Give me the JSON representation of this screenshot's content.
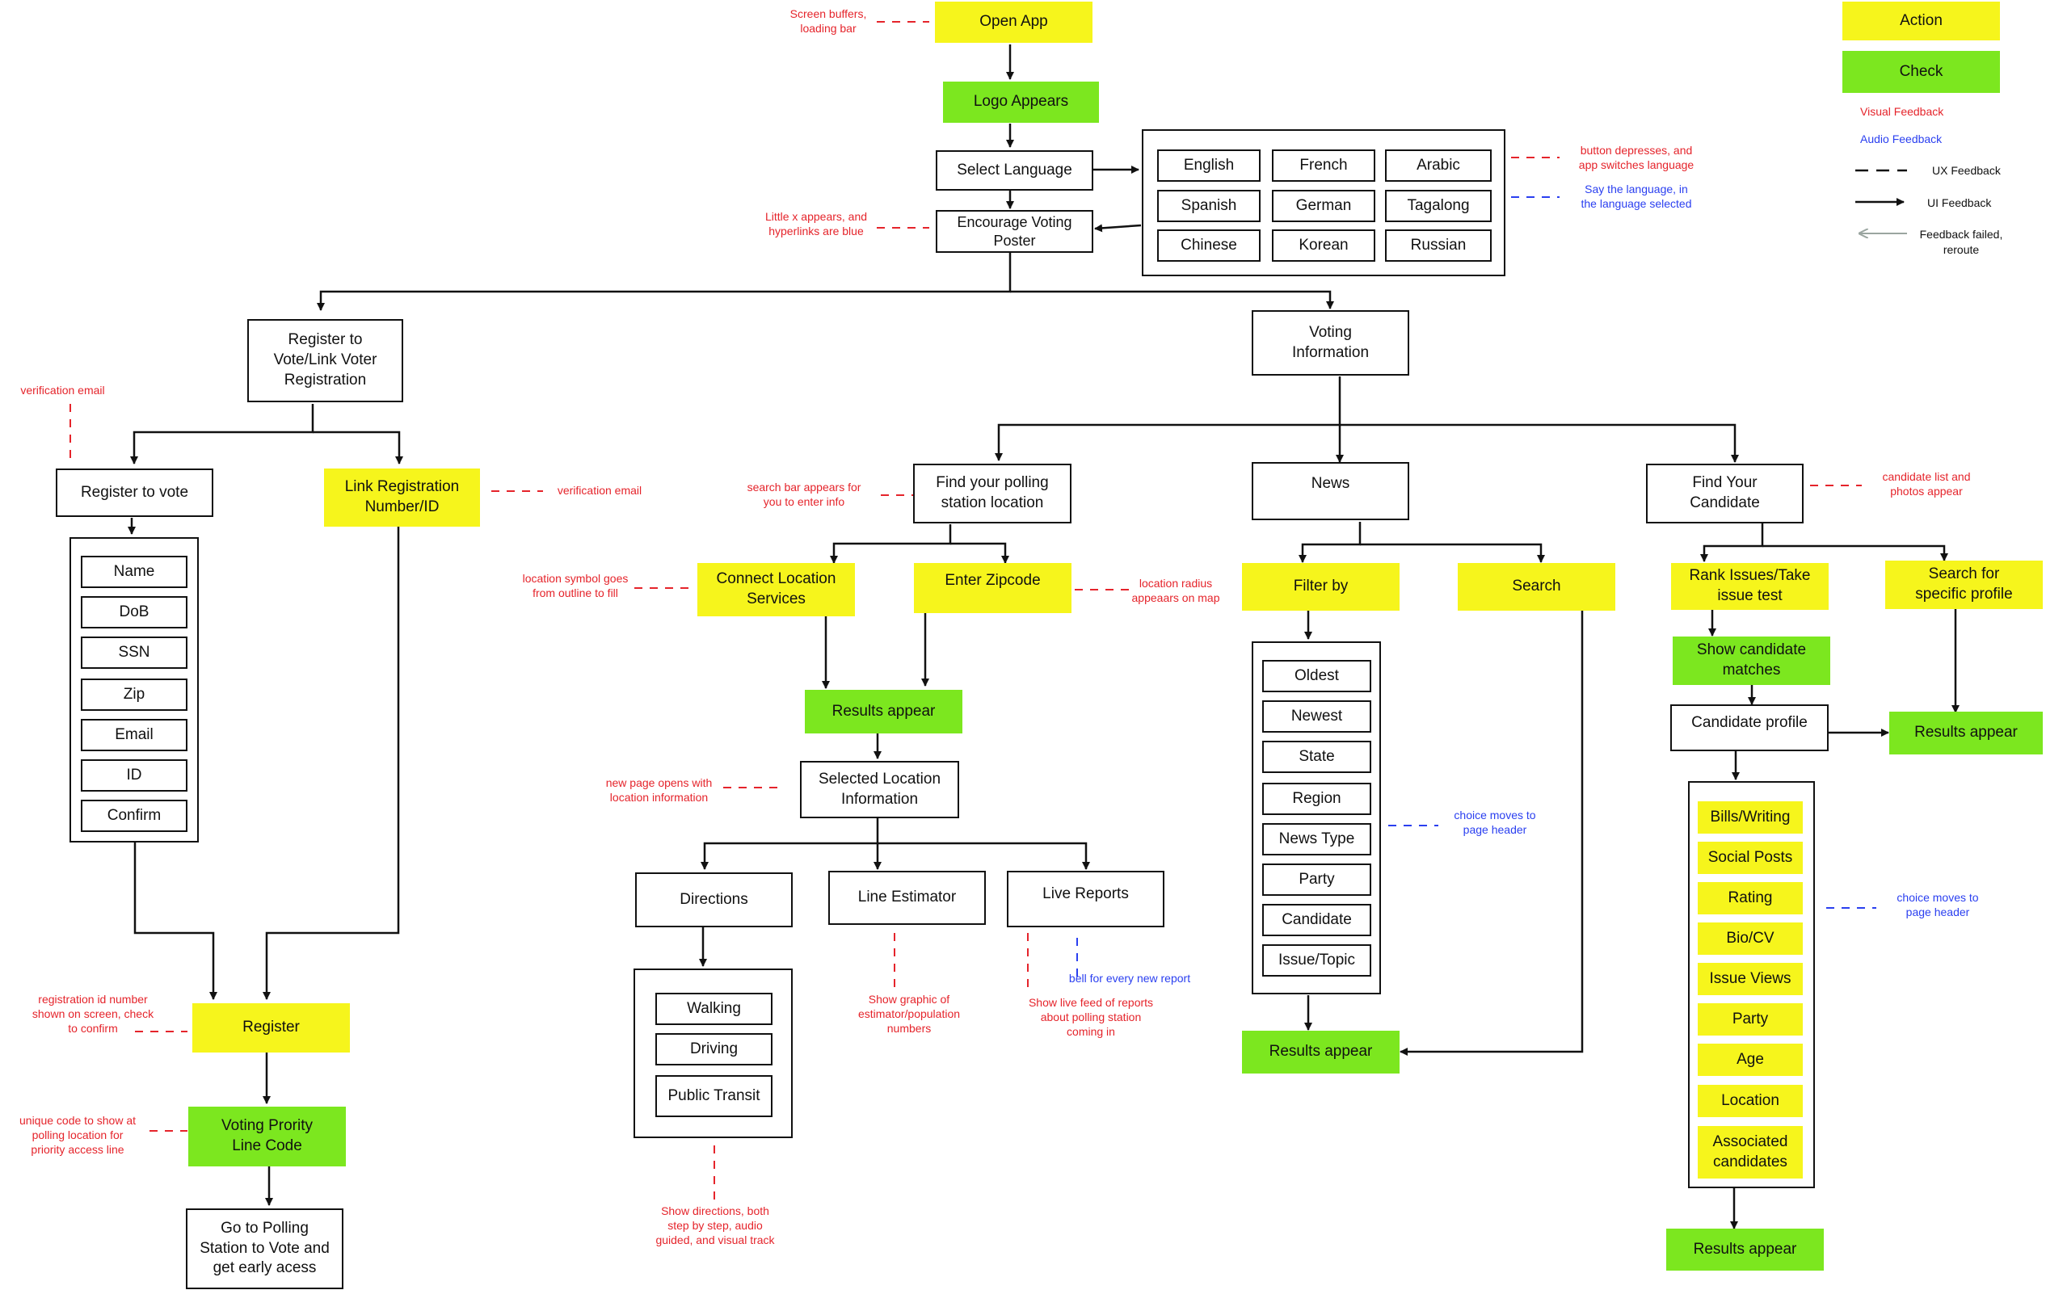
{
  "colors": {
    "action": "#f6f51c",
    "check": "#7ce71f",
    "visual_feedback": "#e5242b",
    "audio_feedback": "#2a3ff0",
    "ui_line": "#111111",
    "reroute_line": "#9aa5a0"
  },
  "nodes": {
    "open_app": "Open App",
    "logo_appears": "Logo Appears",
    "select_language": "Select Language",
    "encourage_poster": "Encourage Voting\nPoster",
    "lang_english": "English",
    "lang_french": "French",
    "lang_arabic": "Arabic",
    "lang_spanish": "Spanish",
    "lang_german": "German",
    "lang_tagalong": "Tagalong",
    "lang_chinese": "Chinese",
    "lang_korean": "Korean",
    "lang_russian": "Russian",
    "register_link": "Register to\nVote/Link Voter\nRegistration",
    "register_to_vote": "Register to vote",
    "link_registration": "Link Registration\nNumber/ID",
    "field_name": "Name",
    "field_dob": "DoB",
    "field_ssn": "SSN",
    "field_zip": "Zip",
    "field_email": "Email",
    "field_id": "ID",
    "field_confirm": "Confirm",
    "register": "Register",
    "priority_code": "Voting Prority\nLine Code",
    "go_polling": "Go to Polling\nStation to Vote and\nget early acess",
    "voting_info": "Voting\nInformation",
    "find_polling": "Find your polling\nstation location",
    "connect_location": "Connect Location\nServices",
    "enter_zipcode": "Enter Zipcode",
    "results_polling": "Results appear",
    "selected_location": "Selected Location\nInformation",
    "directions": "Directions",
    "line_estimator": "Line Estimator",
    "live_reports": "Live Reports",
    "walking": "Walking",
    "driving": "Driving",
    "public_transit": "Public Transit",
    "news": "News",
    "filter_by": "Filter by",
    "search": "Search",
    "filter_oldest": "Oldest",
    "filter_newest": "Newest",
    "filter_state": "State",
    "filter_region": "Region",
    "filter_newstype": "News Type",
    "filter_party": "Party",
    "filter_candidate": "Candidate",
    "filter_issue": "Issue/Topic",
    "results_news": "Results appear",
    "find_candidate": "Find Your\nCandidate",
    "rank_issues": "Rank Issues/Take\nissue test",
    "search_profile": "Search for\nspecific profile",
    "show_matches": "Show candidate\nmatches",
    "candidate_profile": "Candidate profile",
    "results_profile": "Results appear",
    "prof_bills": "Bills/Writing",
    "prof_social": "Social Posts",
    "prof_rating": "Rating",
    "prof_bio": "Bio/CV",
    "prof_issue_views": "Issue Views",
    "prof_party": "Party",
    "prof_age": "Age",
    "prof_location": "Location",
    "prof_associated": "Associated\ncandidates",
    "results_candidate": "Results appear"
  },
  "annotations": {
    "screen_buffers": "Screen buffers,\nloading bar",
    "button_depresses": "button depresses, and\napp switches language",
    "say_language": "Say the language, in\nthe language selected",
    "little_x": "Little x appears, and\nhyperlinks are blue",
    "verification_email_left": "verification email",
    "verification_email_right": "verification email",
    "search_bar": "search bar appears for\nyou to enter info",
    "candidate_list": "candidate list and\nphotos appear",
    "location_symbol": "location symbol goes\nfrom outline to fill",
    "location_radius": "location radius\nappeaars on map",
    "new_page": "new page opens with\nlocation information",
    "choice_header_news": "choice moves to\npage header",
    "choice_header_profile": "choice moves to\npage header",
    "line_graphic": "Show graphic of\nestimator/population\nnumbers",
    "bell": "bell for every new report",
    "live_feed": "Show live feed of reports\nabout polling station\ncoming in",
    "registration_id": "registration id number\nshown on screen, check\nto confirm",
    "unique_code": "unique code to show at\npolling location for\npriority access line",
    "show_directions": "Show directions, both\nstep by step, audio\nguided, and visual track"
  },
  "legend": {
    "action": "Action",
    "check": "Check",
    "visual_feedback": "Visual Feedback",
    "audio_feedback": "Audio Feedback",
    "ux_feedback": "UX Feedback",
    "ui_feedback": "UI Feedback",
    "feedback_failed": "Feedback failed,\nreroute"
  }
}
